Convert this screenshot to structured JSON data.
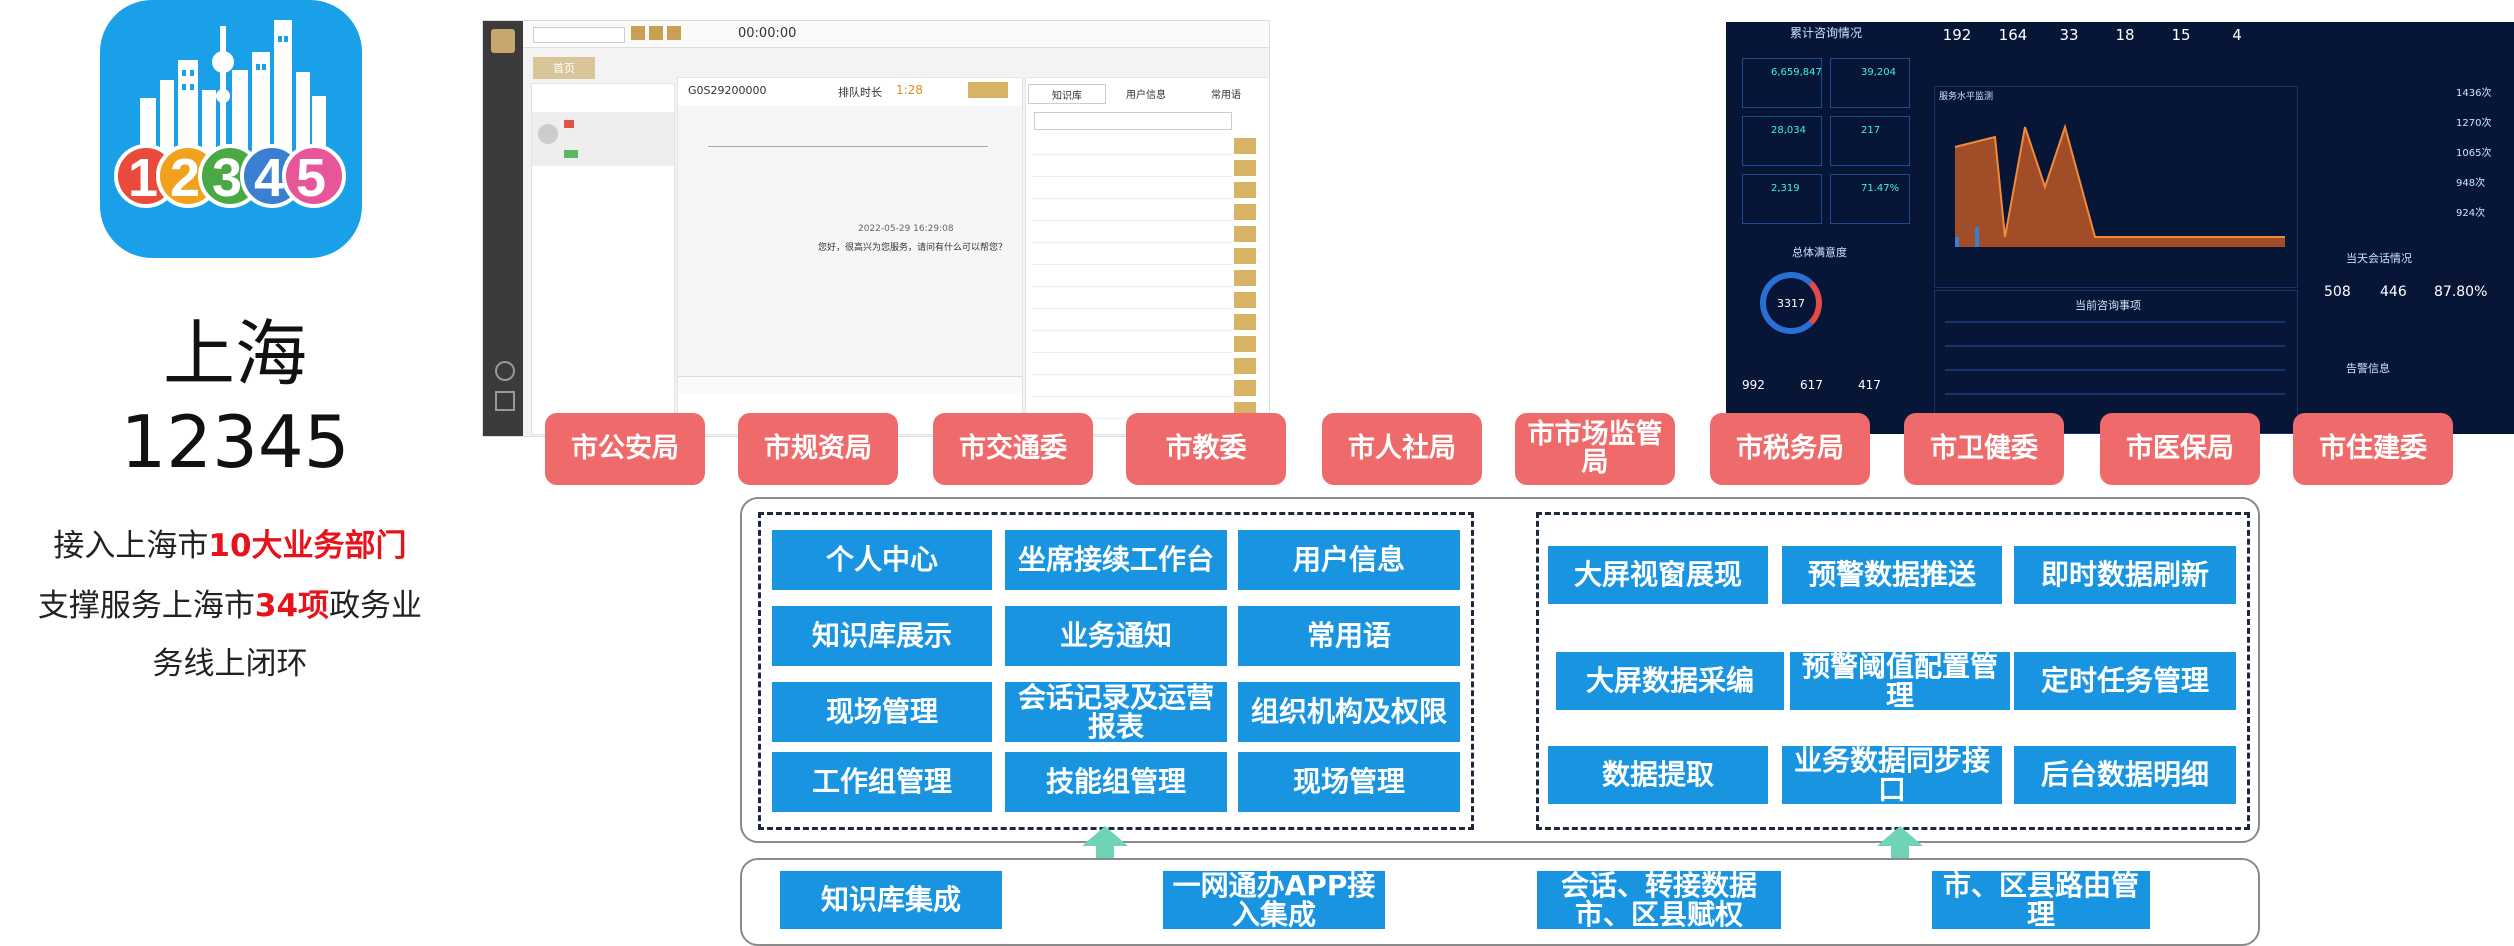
{
  "app": {
    "title": "上海12345",
    "icon_number": "12345",
    "icon_digit_colors": [
      "#e84a3b",
      "#f1a11c",
      "#4aa845",
      "#3a7fd0",
      "#e8569a"
    ]
  },
  "summary": {
    "line1_prefix": "接入上海市",
    "line1_highlight": "10大业务部门",
    "line2_prefix": "支撑服务上海市",
    "line2_highlight": "34项",
    "line2_suffix": "政务业",
    "line3": "务线上闭环"
  },
  "departments": [
    "市公安局",
    "市规资局",
    "市交通委",
    "市教委",
    "市人社局",
    "市市场监管局",
    "市税务局",
    "市卫健委",
    "市医保局",
    "市住建委"
  ],
  "agent_modules": [
    "个人中心",
    "坐席接续工作台",
    "用户信息",
    "知识库展示",
    "业务通知",
    "常用语",
    "现场管理",
    "会话记录及运营报表",
    "组织机构及权限",
    "工作组管理",
    "技能组管理",
    "现场管理"
  ],
  "screen_modules": [
    "大屏视窗展现",
    "预警数据推送",
    "即时数据刷新",
    "大屏数据采编",
    "预警阈值配置管理",
    "定时任务管理",
    "数据提取",
    "业务数据同步接口",
    "后台数据明细"
  ],
  "integrations": [
    "知识库集成",
    "一网通办APP接入集成",
    "会话、转接数据市、区县赋权",
    "市、区县路由管理"
  ],
  "workbench": {
    "timer": "00:00:00",
    "tab": "首页",
    "session_id": "G0S29200000",
    "wait_label": "排队时长",
    "wait_value": "1:28",
    "right_tabs": [
      "知识库",
      "用户信息",
      "常用语"
    ],
    "greeting": "您好，很高兴为您服务，请问有什么可以帮您？",
    "timestamp": "2022-05-29 16:29:08"
  },
  "dashboard": {
    "title": "累计咨询情况",
    "top_stats": [
      "192",
      "164",
      "33",
      "18",
      "15",
      "4"
    ],
    "stat_values": [
      "6,659,847",
      "39,204",
      "28,034",
      "217",
      "2,319",
      "71.47%"
    ],
    "gauge_value": "3317",
    "bottom_stats": [
      "992",
      "617",
      "417"
    ],
    "side_stats": [
      "508",
      "446",
      "87.80%"
    ],
    "ranking_values": [
      "1436次",
      "1270次",
      "1065次",
      "948次",
      "924次"
    ],
    "chart_title": "服务水平监测",
    "recent_title": "当前咨询事项",
    "satisfaction_title": "总体满意度",
    "today_title": "当天会话情况",
    "alert_title": "告警信息"
  }
}
